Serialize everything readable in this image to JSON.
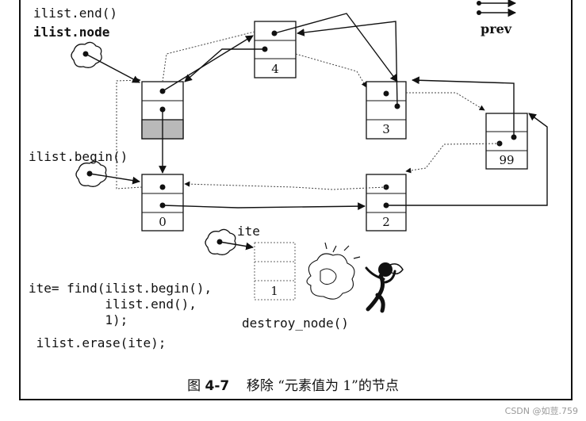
{
  "labels": {
    "end": "ilist.end()",
    "node": "ilist.node",
    "begin": "ilist.begin()",
    "ite": "ite",
    "prev": "prev",
    "destroy": "destroy_node()"
  },
  "code": [
    "ite= find(ilist.begin(),",
    "          ilist.end(),",
    "          1);",
    " ilist.erase(ite);"
  ],
  "nodes": {
    "sentinel": "",
    "n0": "0",
    "n4": "4",
    "n3": "3",
    "n99": "99",
    "n2": "2",
    "removed": "1"
  },
  "caption": {
    "prefix": "图",
    "number": "4-7",
    "text": "移除 “元素值为 1”的节点"
  },
  "watermark": "CSDN @如荳.759"
}
